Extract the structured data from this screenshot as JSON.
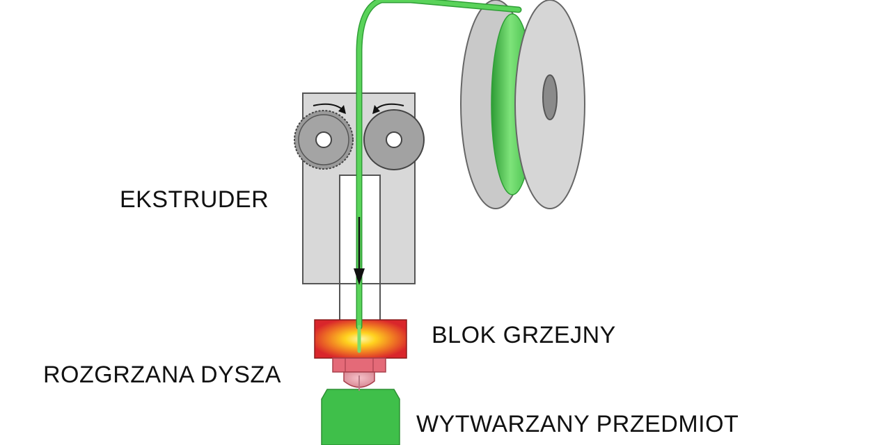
{
  "labels": {
    "extruder": "EKSTRUDER",
    "heater_block": "BLOK GRZEJNY",
    "hot_nozzle": "ROZGRZANA DYSZA",
    "printed_object": "WYTWARZANY PRZEDMIOT"
  },
  "colors": {
    "filament": "#4cc84a",
    "filament_dark": "#2f9e36",
    "extruder_body": "#d8d8d8",
    "outline": "#555555",
    "heater_outer": "#d9262b",
    "heater_inner": "#ffd21f",
    "nozzle": "#e46a78",
    "object": "#3fbf4a",
    "spool": "#cfcfcf"
  },
  "icons": {
    "spool": "filament-spool-icon",
    "gear": "drive-gear-icon",
    "arrow": "feed-direction-arrow-icon"
  }
}
